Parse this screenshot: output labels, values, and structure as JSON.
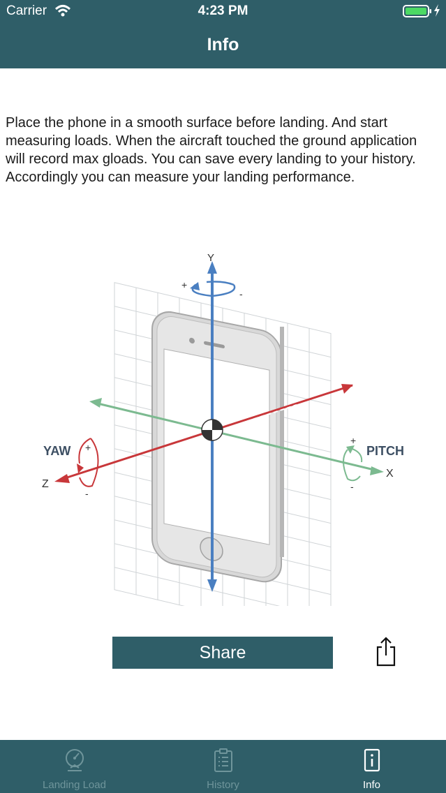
{
  "status_bar": {
    "carrier": "Carrier",
    "time": "4:23 PM"
  },
  "nav": {
    "title": "Info"
  },
  "info": {
    "text": "Place the phone in a smooth surface before landing. And start measuring loads. When the aircraft touched the ground application will record max gloads. You can save every landing to your history. Accordingly you can measure your landing performance."
  },
  "diagram": {
    "labels": {
      "y": "Y",
      "x": "X",
      "z": "Z",
      "yaw": "YAW",
      "pitch": "PITCH",
      "plus": "+",
      "minus": "-"
    },
    "colors": {
      "y_axis": "#4a7fc1",
      "x_axis": "#7cba90",
      "z_axis": "#c8373a"
    }
  },
  "share": {
    "label": "Share"
  },
  "tabbar": {
    "tabs": [
      {
        "label": "Landing Load",
        "icon": "gauge-icon",
        "active": false
      },
      {
        "label": "History",
        "icon": "clipboard-icon",
        "active": false
      },
      {
        "label": "Info",
        "icon": "info-icon",
        "active": true
      }
    ]
  },
  "colors": {
    "brand": "#2f5e68",
    "inactive_tab": "#6f959b"
  }
}
